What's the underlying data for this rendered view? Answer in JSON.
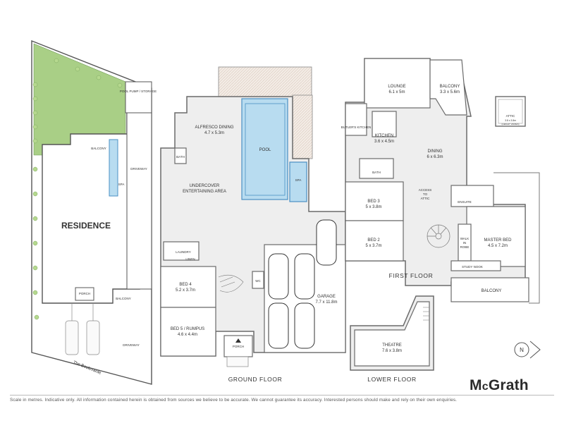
{
  "site": {
    "residence": "RESIDENCE",
    "pool_pump": "POOL PUMP / STORAGE",
    "balcony": "BALCONY",
    "spa": "SPA",
    "driveway_top": "DRIVEWAY",
    "driveway_bottom": "DRIVEWAY",
    "porch": "PORCH",
    "balcony_small": "BALCONY",
    "street": "The Boulevarde"
  },
  "ground_floor": {
    "title": "GROUND FLOOR",
    "alfresco": {
      "name": "ALFRESCO DINING",
      "size": "4.7 x 5.3m"
    },
    "pool": "POOL",
    "spa": "SPA",
    "bath": "BATH",
    "undercover": {
      "line1": "UNDERCOVER",
      "line2": "ENTERTAINING AREA"
    },
    "laundry": "LAUNDRY",
    "linen": "LINEN",
    "bed4": {
      "name": "BED 4",
      "size": "5.2 x 3.7m"
    },
    "bed5": {
      "name": "BED 5 / RUMPUS",
      "size": "4.6 x 4.4m"
    },
    "garage": {
      "name": "GARAGE",
      "size": "7.7 x 11.8m"
    },
    "porch": "PORCH",
    "wc": "WC"
  },
  "first_floor": {
    "title": "FIRST FLOOR",
    "lounge": {
      "name": "LOUNGE",
      "size": "6.1 x 5m"
    },
    "balcony_top": {
      "name": "BALCONY",
      "size": "3.3 x 5.6m"
    },
    "butlers": "BUTLER'S KITCHEN",
    "kitchen": {
      "name": "KITCHEN",
      "size": "3.6 x 4.5m"
    },
    "dining": {
      "name": "DINING",
      "size": "6 x 6.3m"
    },
    "bath": "BATH",
    "attic_access": {
      "line1": "ACCESS",
      "line2": "TO",
      "line3": "ATTIC"
    },
    "bed3": {
      "name": "BED 3",
      "size": "5 x 3.8m"
    },
    "bed2": {
      "name": "BED 2",
      "size": "5 x 3.7m"
    },
    "ensuite": "ENSUITE",
    "walk_in_robe": {
      "line1": "WALK",
      "line2": "IN",
      "line3": "ROBE"
    },
    "master": {
      "name": "MASTER BED",
      "size": "4.5 x 7.2m"
    },
    "study_nook": "STUDY NOOK",
    "balcony_bottom": "BALCONY",
    "attic": {
      "name": "ATTIC",
      "size": "3.8 x 3.8m",
      "note": "(HEIGHT VARIES)"
    }
  },
  "lower_floor": {
    "title": "LOWER FLOOR",
    "theatre": {
      "name": "THEATRE",
      "size": "7.6 x 3.8m"
    }
  },
  "compass": {
    "letter": "N"
  },
  "disclaimer": "Scale in metres. Indicative only. All information contained herein is obtained from sources we believe to be accurate. We cannot guarantee its accuracy. Interested persons should make and rely on their own enquiries.",
  "brand": {
    "prefix": "M",
    "small": "c",
    "rest": "Grath"
  },
  "colors": {
    "lawn": "#a9cf86",
    "pool": "#b8dcf0",
    "pool_edge": "#4a90c4",
    "room": "#eeeeee",
    "wall": "#6a6a6a",
    "tree": "#b5d88e"
  }
}
